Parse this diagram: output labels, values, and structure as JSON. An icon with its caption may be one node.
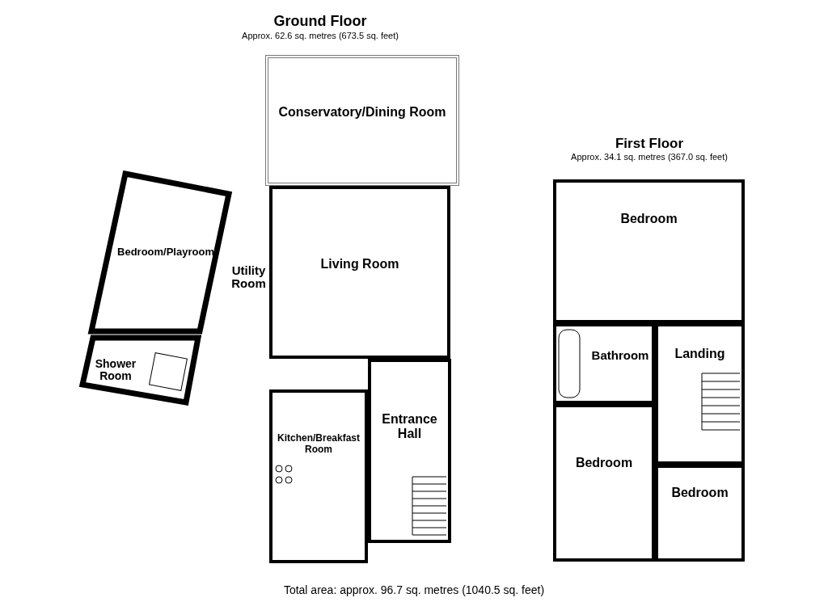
{
  "diagram": {
    "nodes": [
      {
        "text": [
          "Conservatory/Dining Room"
        ]
      },
      {
        "text": [
          "Living Room"
        ]
      },
      {
        "text": [
          "Bedroom/Playroom"
        ]
      },
      {
        "text": [
          "Shower Room"
        ]
      },
      {
        "text": [
          "Utility Room"
        ]
      },
      {
        "text": [
          "Kitchen/Breakfast Room"
        ]
      },
      {
        "text": [
          "Entrance Hall"
        ]
      },
      {
        "text": [
          "Bedroom"
        ]
      },
      {
        "text": [
          "Bathroom"
        ]
      },
      {
        "text": [
          "Landing"
        ]
      },
      {
        "text": [
          "Bedroom"
        ]
      },
      {
        "text": [
          "Bedroom"
        ]
      }
    ],
    "edges": [],
    "labels": [
      "Ground Floor",
      "Approx. 62.6 sq. metres (673.5 sq. feet)",
      "First Floor",
      "Approx. 34.1 sq. metres (367.0 sq. feet)",
      "Total area: approx. 96.7 sq. metres (1040.5 sq. feet)"
    ]
  }
}
